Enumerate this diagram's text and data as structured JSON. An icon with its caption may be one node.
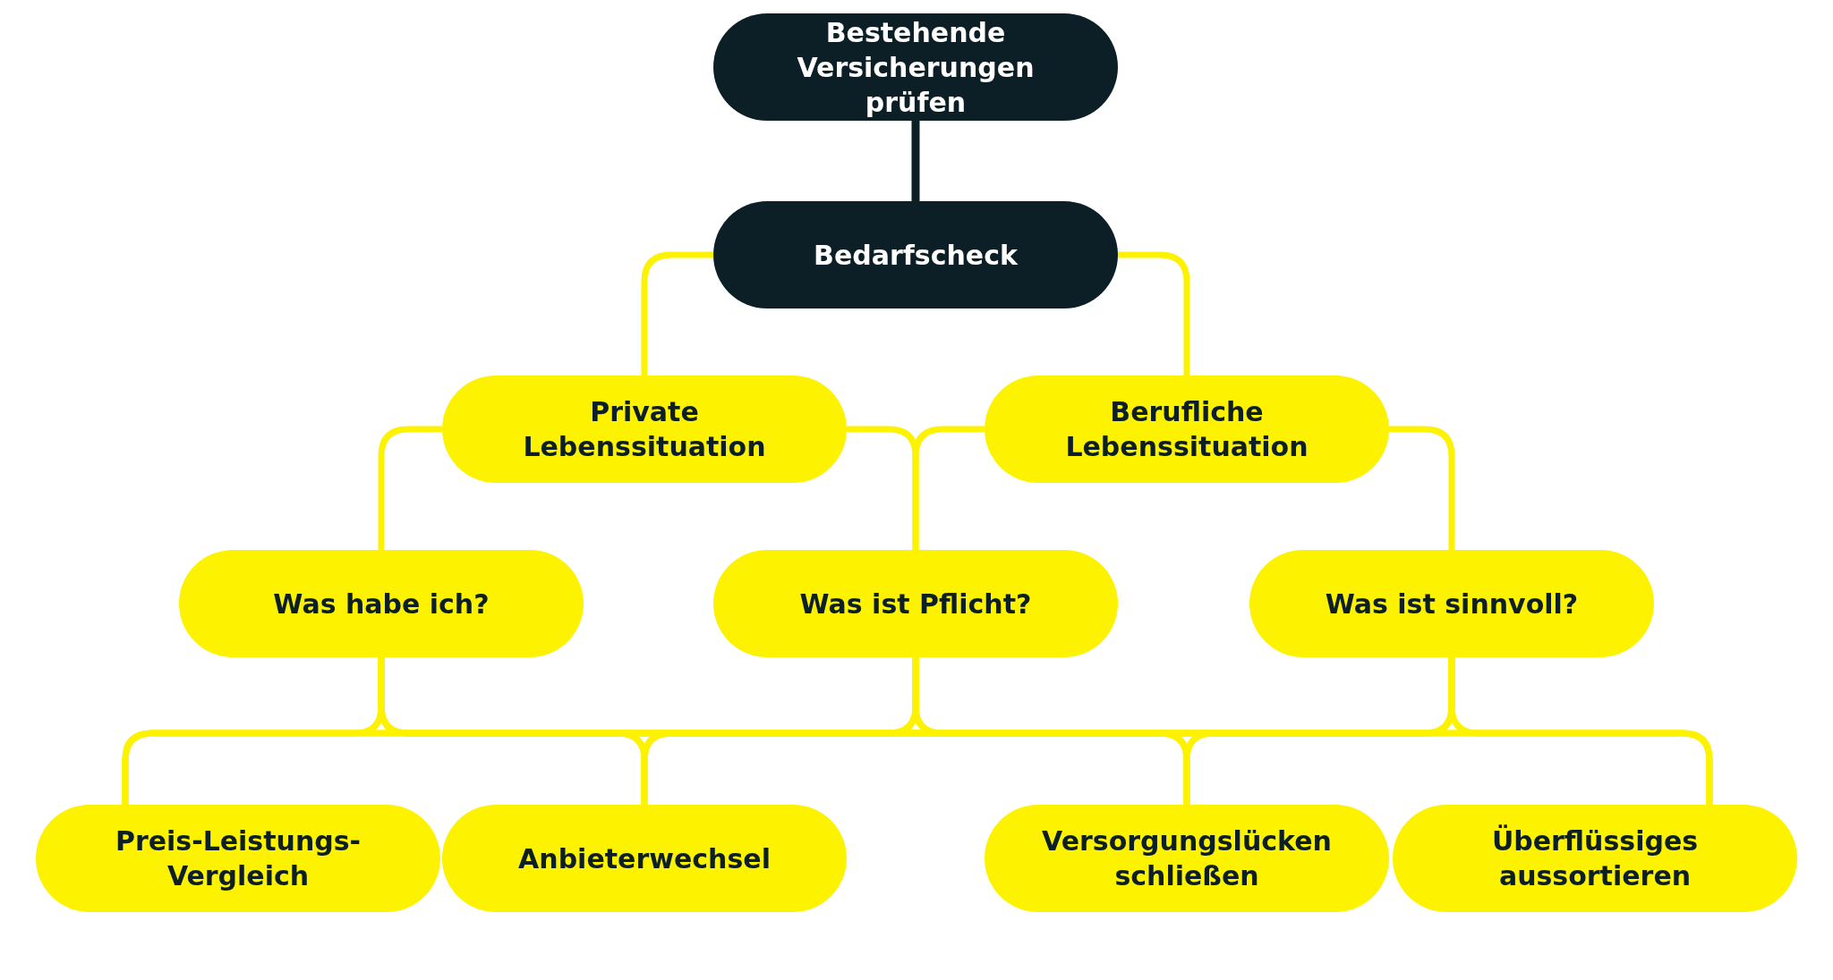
{
  "diagram": {
    "nodes": [
      {
        "text": [
          "Bestehende Versicherungen prüfen"
        ]
      },
      {
        "text": [
          "Bedarfscheck"
        ]
      },
      {
        "text": [
          "Private Lebenssituation"
        ]
      },
      {
        "text": [
          "Berufliche Lebenssituation"
        ]
      },
      {
        "text": [
          "Was habe ich?"
        ]
      },
      {
        "text": [
          "Was ist Pflicht?"
        ]
      },
      {
        "text": [
          "Was ist sinnvoll?"
        ]
      },
      {
        "text": [
          "Preis-Leistungs-Vergleich"
        ]
      },
      {
        "text": [
          "Anbieterwechsel"
        ]
      },
      {
        "text": [
          "Versorgungslücken schließen"
        ]
      },
      {
        "text": [
          "Überflüssiges aussortieren"
        ]
      }
    ],
    "edges": [
      {
        "from": 0,
        "to": 1,
        "arrow": "none",
        "color": "#0d1f26"
      },
      {
        "from": 1,
        "to": 2,
        "arrow": "none"
      },
      {
        "from": 1,
        "to": 3,
        "arrow": "none"
      },
      {
        "from": 2,
        "to": 4,
        "arrow": "none"
      },
      {
        "from": 2,
        "to": 5,
        "arrow": "none"
      },
      {
        "from": 3,
        "to": 5,
        "arrow": "none"
      },
      {
        "from": 3,
        "to": 6,
        "arrow": "none"
      },
      {
        "from": 4,
        "to": 7,
        "arrow": "none"
      },
      {
        "from": 4,
        "to": 8,
        "arrow": "none"
      },
      {
        "from": 4,
        "to": 9,
        "arrow": "none"
      },
      {
        "from": 4,
        "to": 10,
        "arrow": "none"
      },
      {
        "from": 5,
        "to": 7,
        "arrow": "none"
      },
      {
        "from": 5,
        "to": 8,
        "arrow": "none"
      },
      {
        "from": 5,
        "to": 9,
        "arrow": "none"
      },
      {
        "from": 5,
        "to": 10,
        "arrow": "none"
      },
      {
        "from": 6,
        "to": 7,
        "arrow": "none"
      },
      {
        "from": 6,
        "to": 8,
        "arrow": "none"
      },
      {
        "from": 6,
        "to": 9,
        "arrow": "none"
      },
      {
        "from": 6,
        "to": 10,
        "arrow": "none"
      }
    ]
  }
}
